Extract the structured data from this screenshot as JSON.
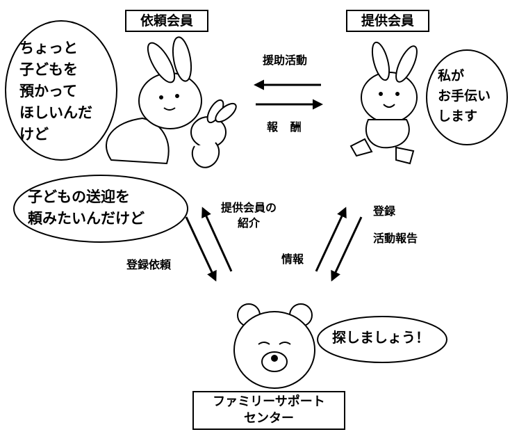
{
  "requester_label": "依頼会員",
  "provider_label": "提供会員",
  "center_label": "ファミリーサポート\nセンター",
  "requester_bubble_1": "ちょっと\n子どもを\n預かって\nほしいんだ\nけど",
  "requester_bubble_2": "子どもの送迎を\n頼みたいんだけど",
  "provider_bubble": "私が\nお手伝い\nします",
  "center_bubble": "探しましょう！",
  "arrow_top": "援助活動",
  "arrow_bottom": "報 酬",
  "left_up": "提供会員の\n紹介",
  "left_down": "登録依頼",
  "right_up": "情報",
  "right_down_1": "登録",
  "right_down_2": "活動報告"
}
